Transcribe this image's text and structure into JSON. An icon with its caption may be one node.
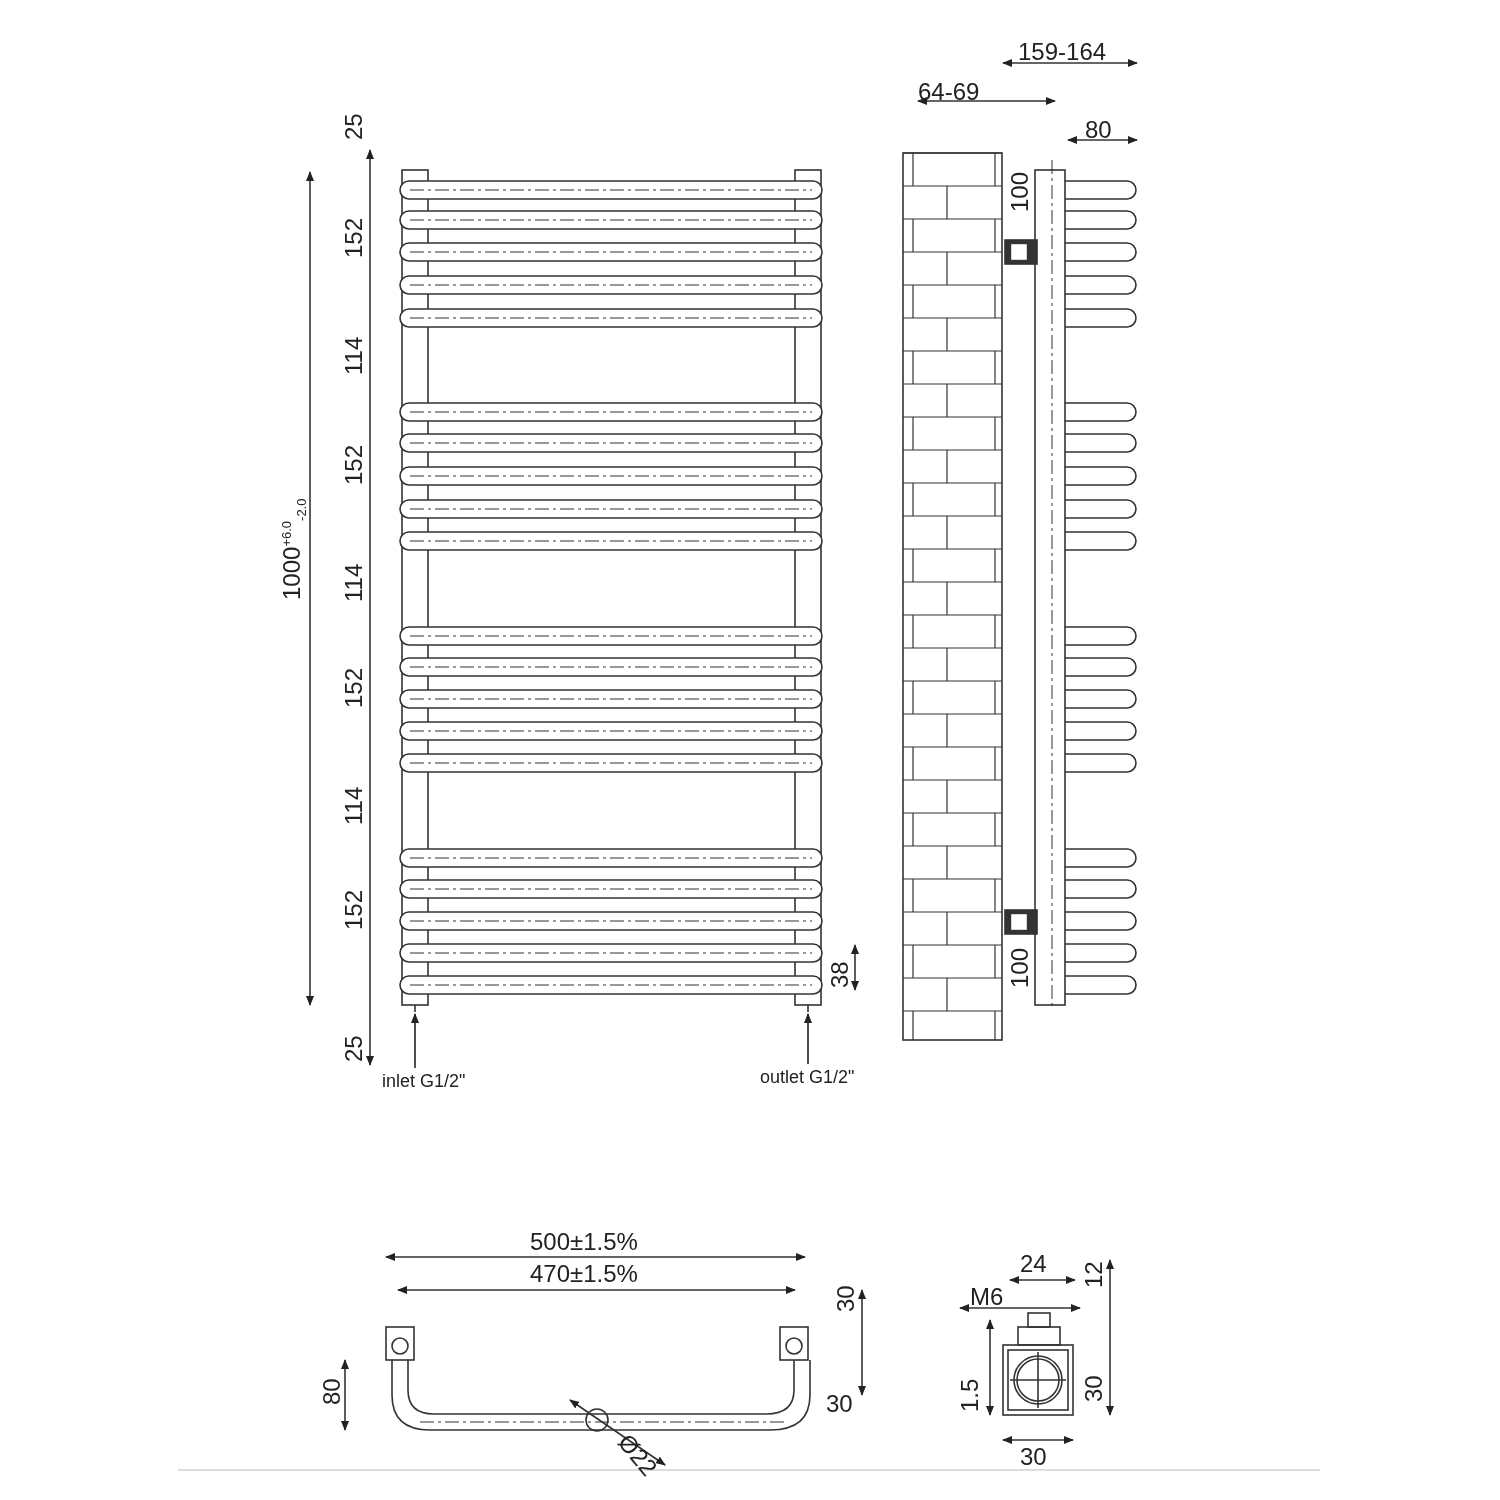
{
  "diagram": {
    "nodes": [
      {
        "text": [
          "inlet G1/2\""
        ]
      },
      {
        "text": [
          "outlet G1/2\""
        ]
      }
    ],
    "edges": [
      {
        "from": 0,
        "to": null,
        "arrow": "to"
      },
      {
        "from": 1,
        "to": null,
        "arrow": "to"
      }
    ],
    "labels": [
      "25",
      "152",
      "114",
      "152",
      "114",
      "152",
      "114",
      "152",
      "25",
      "1000$^{+6.0}$$_{-2.0}$",
      "38",
      "159-164",
      "64-69",
      "80",
      "100",
      "100",
      "500±1.5%",
      "470±1.5%",
      "30",
      "30",
      "80",
      "Ø22",
      "24",
      "12",
      "M6",
      "1.5",
      "30",
      "30"
    ]
  }
}
